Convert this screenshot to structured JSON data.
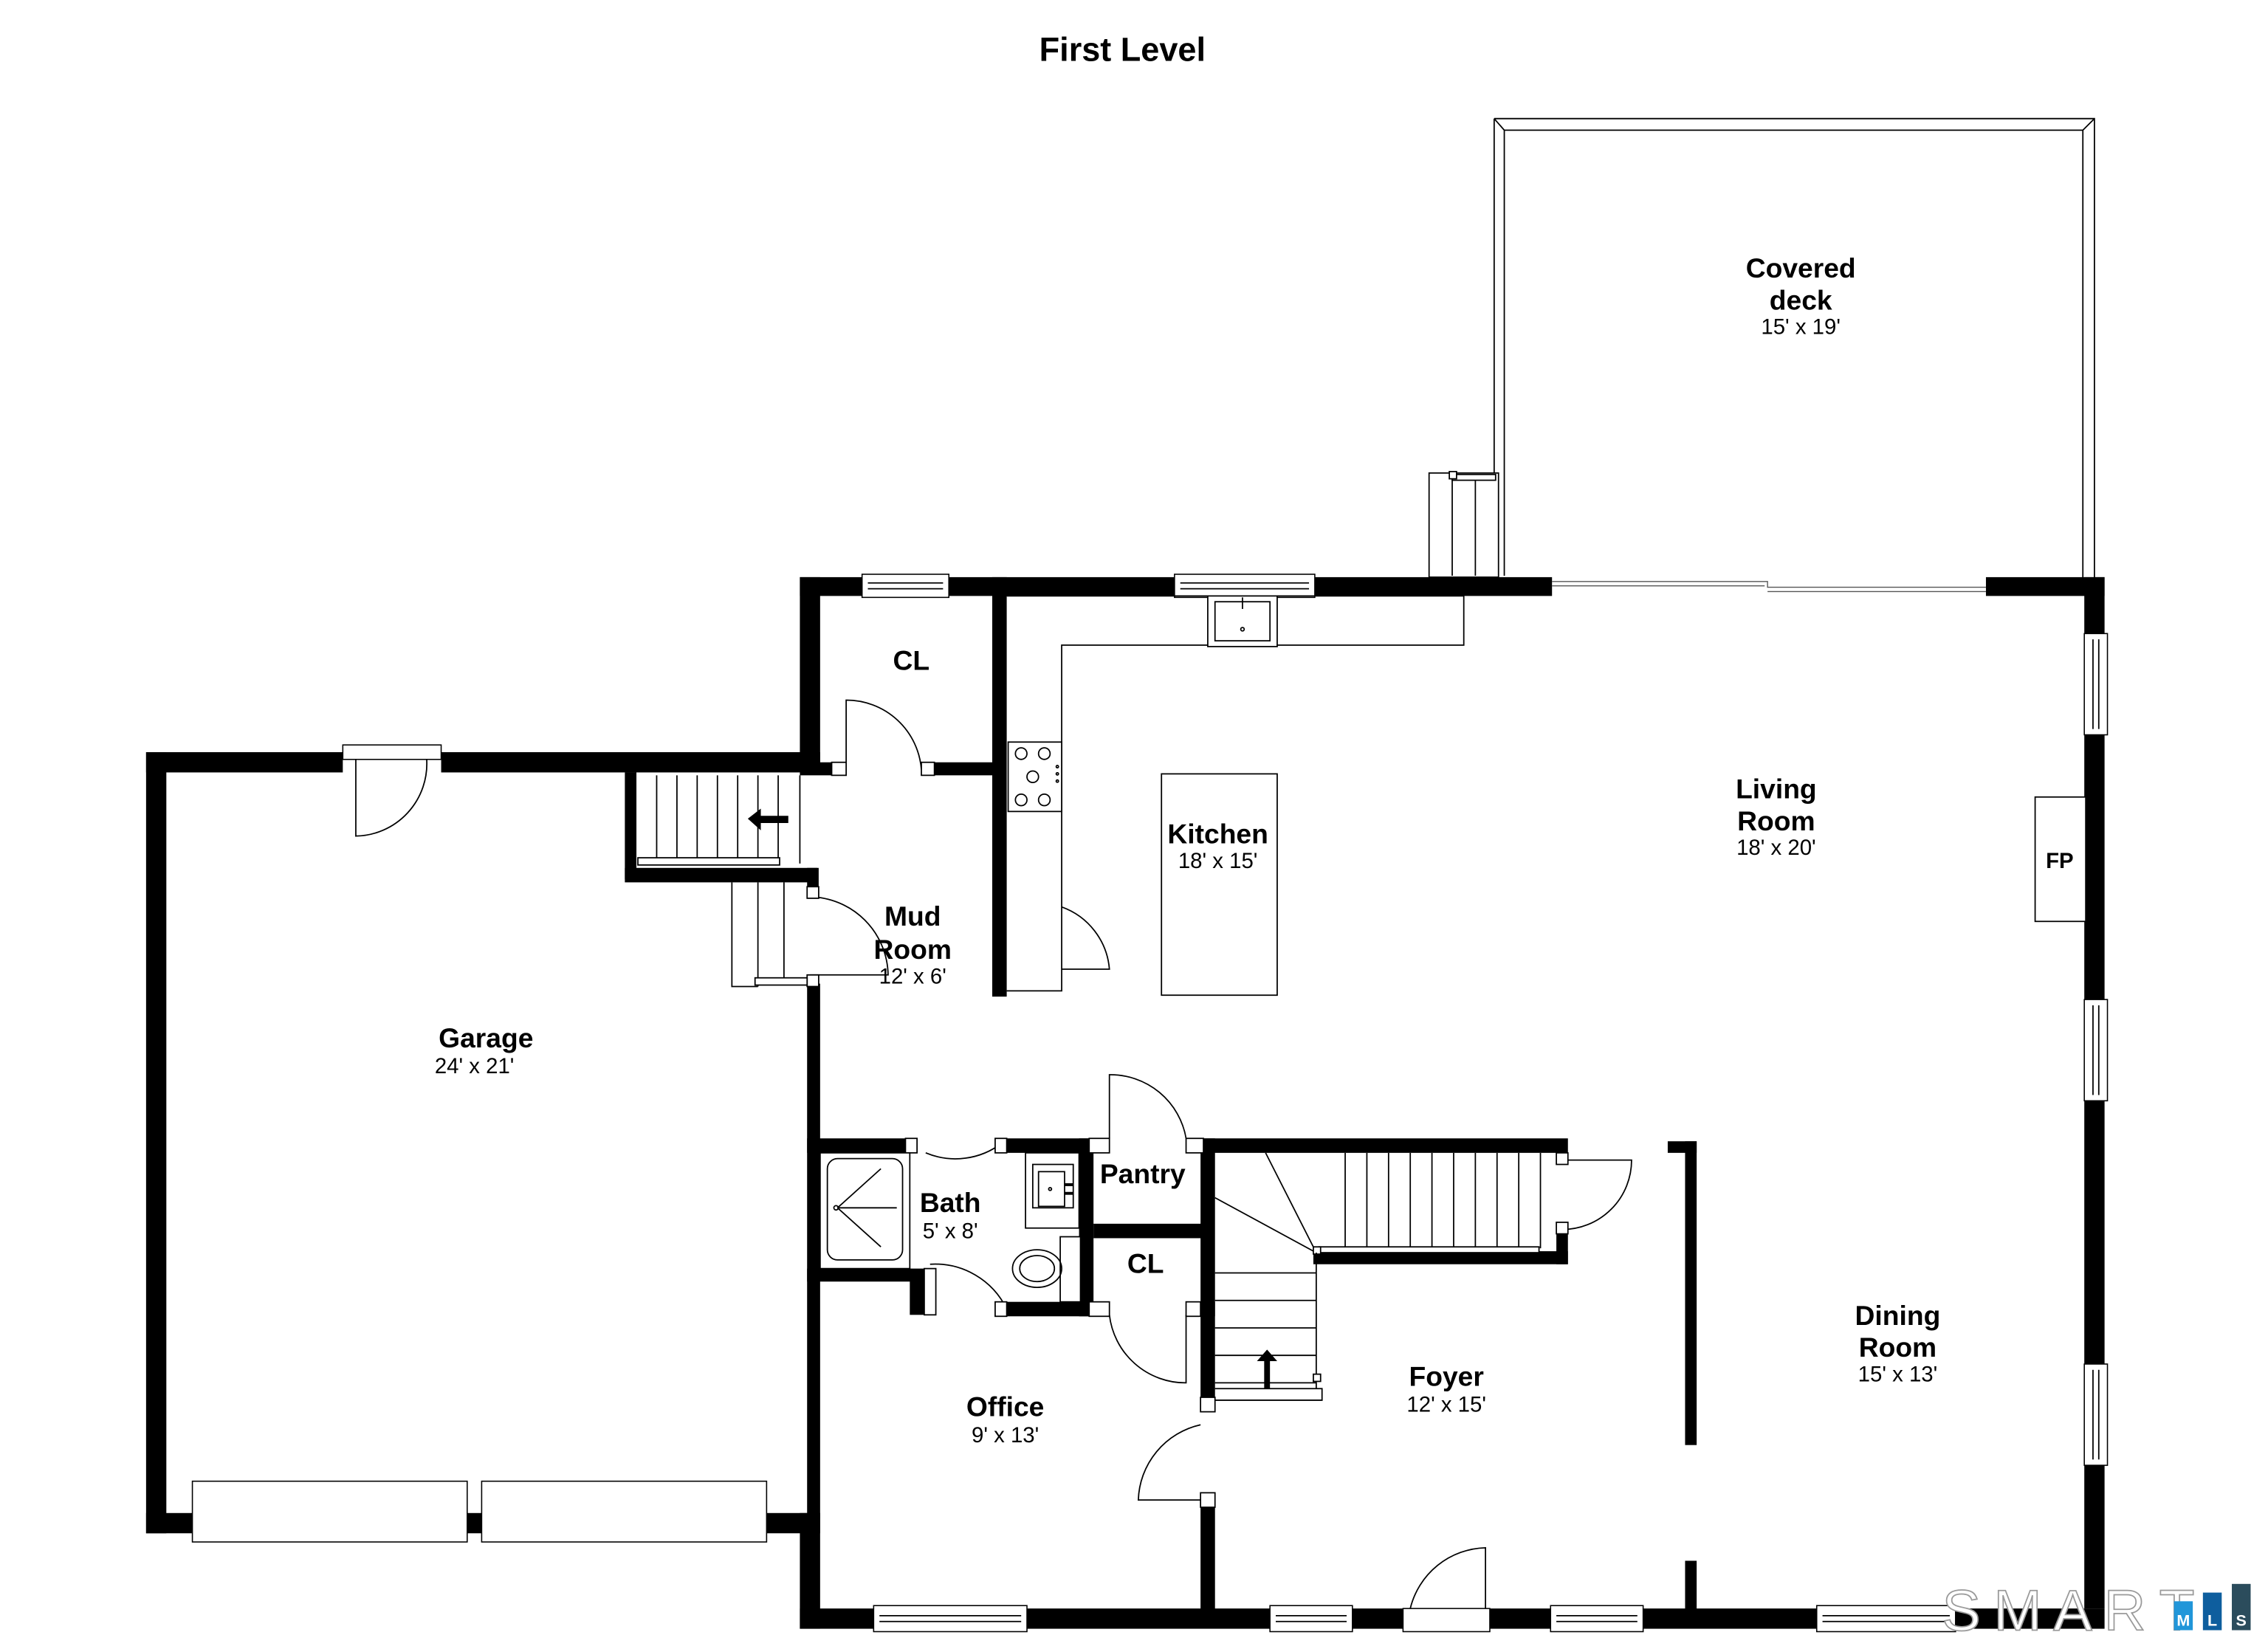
{
  "title": "First Level",
  "rooms": {
    "covered_deck": {
      "name_line1": "Covered",
      "name_line2": "deck",
      "dims": "15' x 19'"
    },
    "cl_upper": {
      "name": "CL"
    },
    "kitchen": {
      "name": "Kitchen",
      "dims": "18' x 15'"
    },
    "living_room": {
      "name_line1": "Living",
      "name_line2": "Room",
      "dims": "18' x 20'"
    },
    "fireplace": {
      "name": "FP"
    },
    "mud_room": {
      "name_line1": "Mud",
      "name_line2": "Room",
      "dims": "12' x 6'"
    },
    "garage": {
      "name": "Garage",
      "dims": "24' x 21'"
    },
    "pantry": {
      "name": "Pantry"
    },
    "bath": {
      "name": "Bath",
      "dims": "5' x 8'"
    },
    "cl_lower": {
      "name": "CL"
    },
    "office": {
      "name": "Office",
      "dims": "9' x 13'"
    },
    "foyer": {
      "name": "Foyer",
      "dims": "12' x 15'"
    },
    "dining_room": {
      "name_line1": "Dining",
      "name_line2": "Room",
      "dims": "15' x 13'"
    }
  },
  "watermark": {
    "word": [
      "S",
      "M",
      "A",
      "R",
      "T"
    ],
    "boxes": [
      {
        "letter": "M",
        "color": "#2196d9"
      },
      {
        "letter": "L",
        "color": "#0e5e9e"
      },
      {
        "letter": "S",
        "color": "#2b4c5c"
      }
    ]
  },
  "icons": {
    "stair_arrow": "arrow-icon",
    "stove": "stove-icon",
    "sink": "sink-icon",
    "toilet": "toilet-icon",
    "shower": "shower-icon"
  }
}
